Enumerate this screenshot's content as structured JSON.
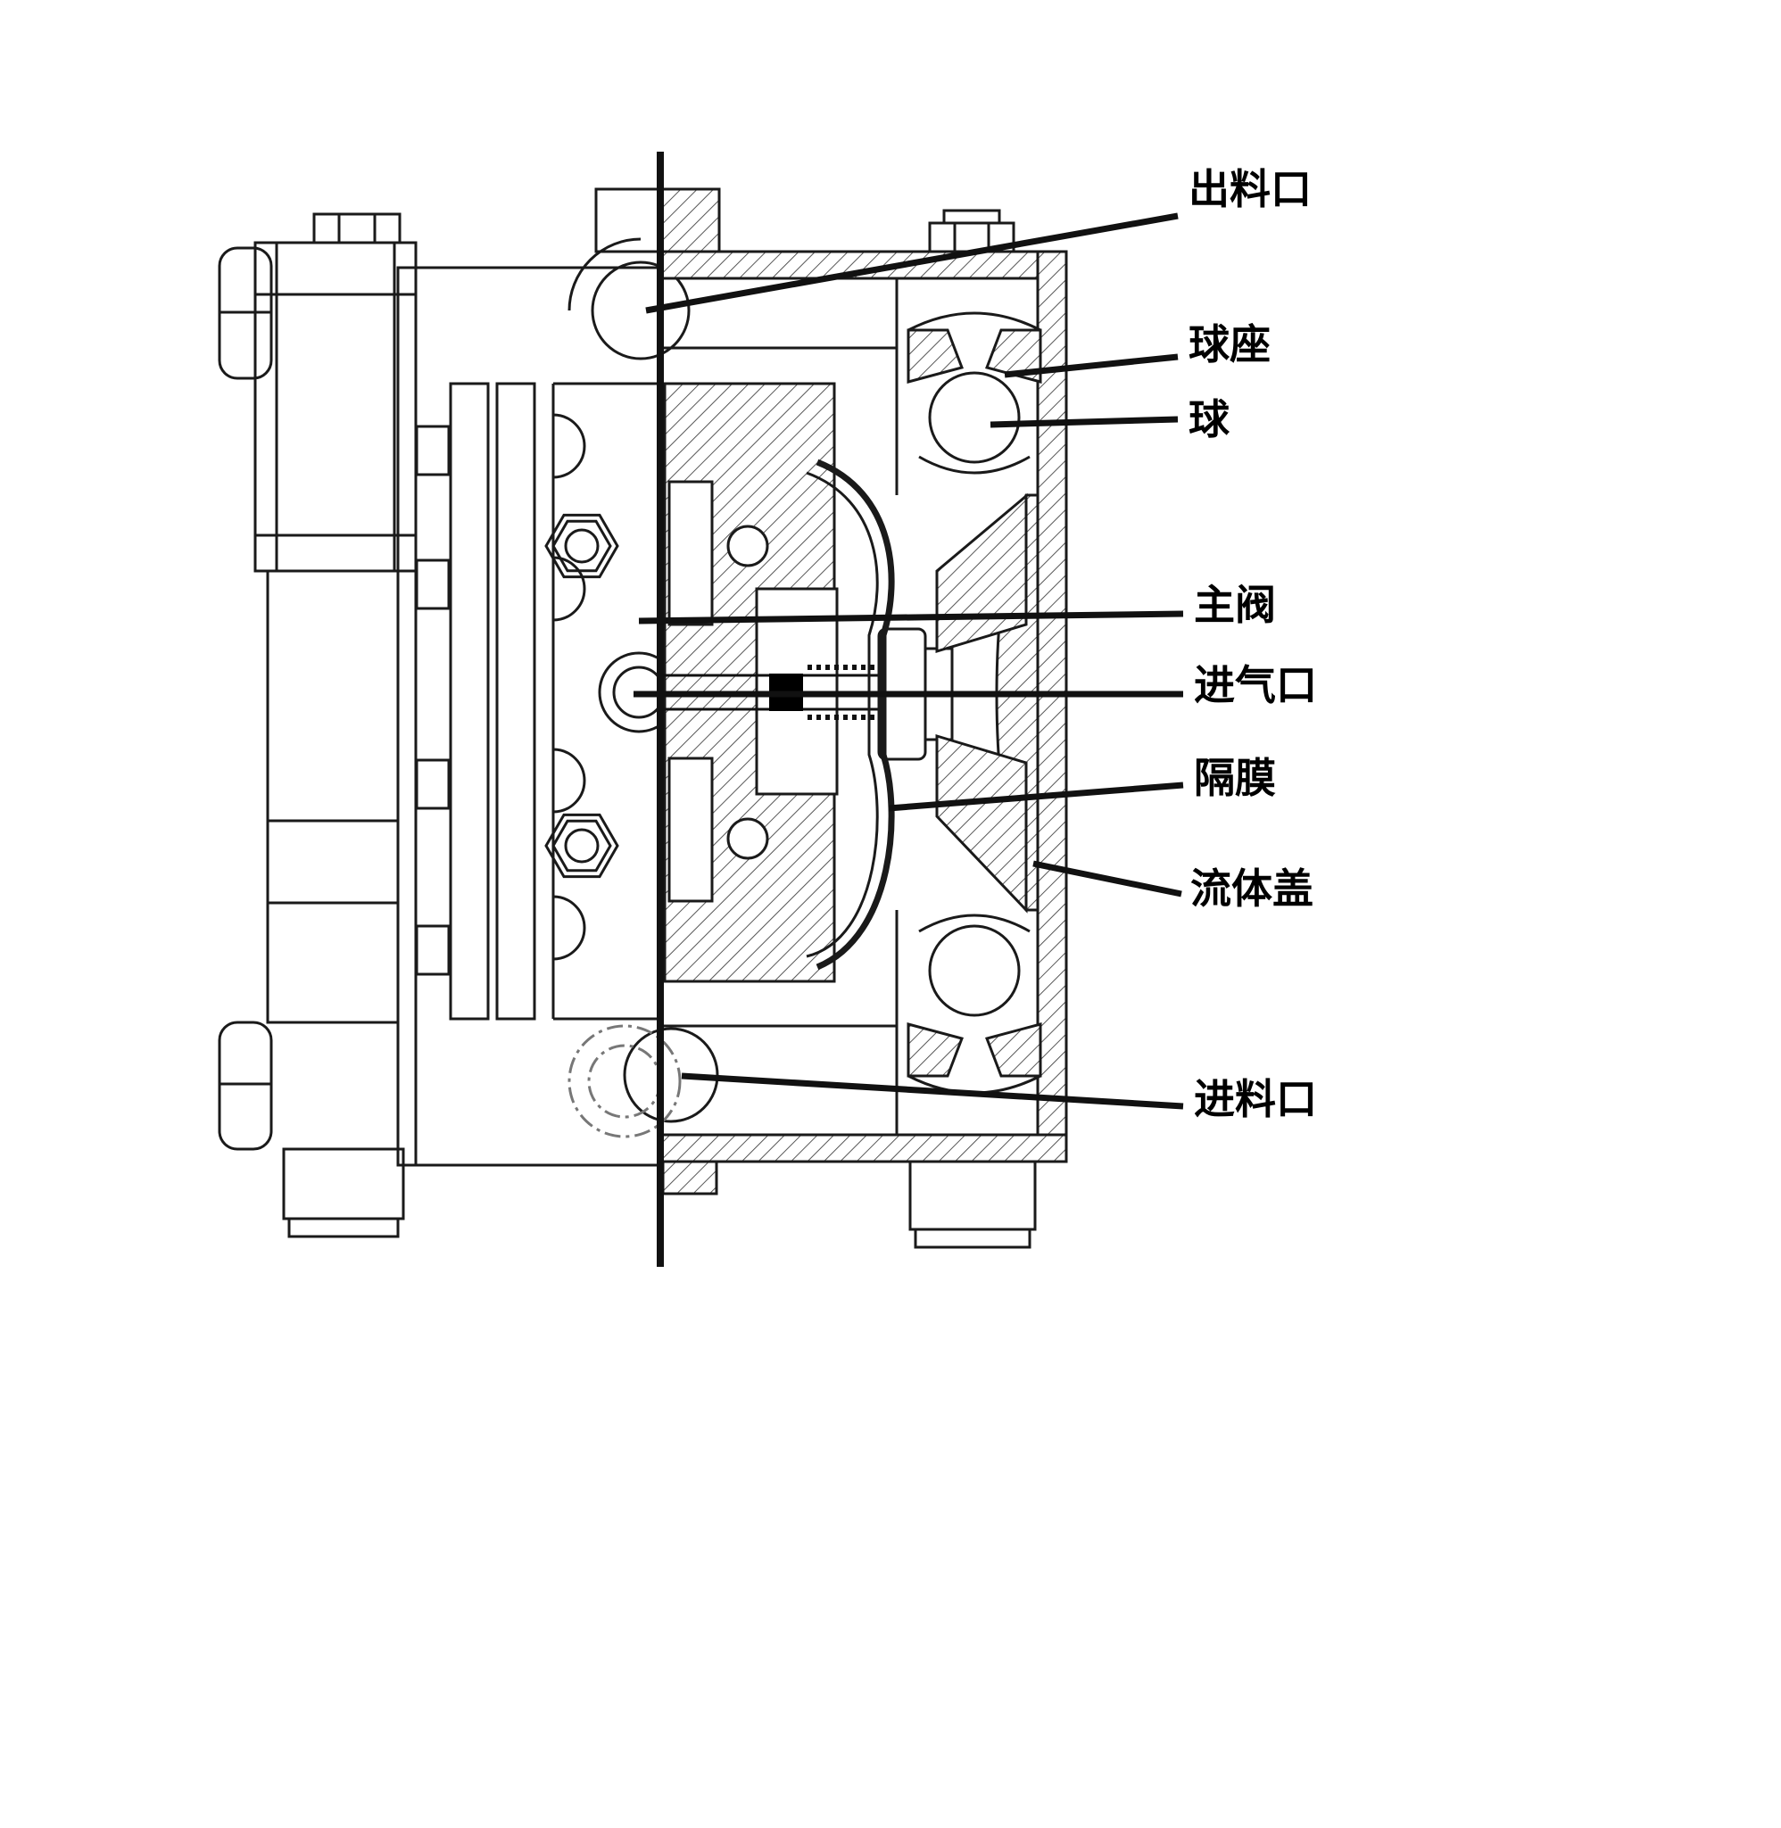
{
  "diagram": {
    "type": "technical-cross-section",
    "colors": {
      "line": "#1a1a1a",
      "background": "#ffffff",
      "label_text": "#000000",
      "hatch": "#444444",
      "phantom": "#777777"
    },
    "labels": [
      {
        "name": "outlet-port",
        "text": "出料口"
      },
      {
        "name": "ball-seat",
        "text": "球座"
      },
      {
        "name": "ball",
        "text": "球"
      },
      {
        "name": "main-valve",
        "text": "主阀"
      },
      {
        "name": "air-inlet",
        "text": "进气口"
      },
      {
        "name": "diaphragm",
        "text": "隔膜"
      },
      {
        "name": "fluid-cover",
        "text": "流体盖"
      },
      {
        "name": "inlet-port",
        "text": "进料口"
      }
    ]
  }
}
